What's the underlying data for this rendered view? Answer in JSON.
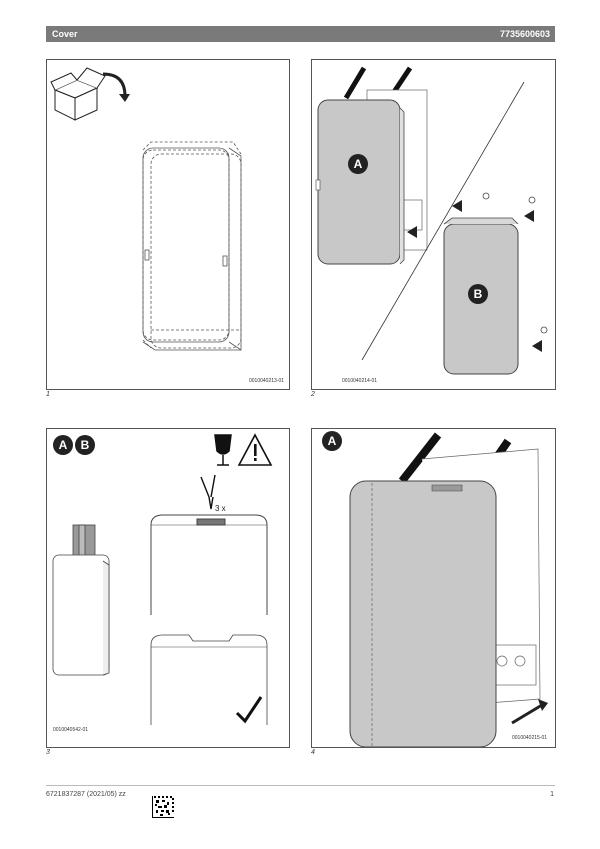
{
  "header": {
    "title": "Cover",
    "part_number": "7735600603"
  },
  "panels": [
    {
      "number": "1",
      "code": "0010040213-01"
    },
    {
      "number": "2",
      "code": "0010040214-01",
      "labels": [
        "A",
        "B"
      ]
    },
    {
      "number": "3",
      "code": "0010040542-01",
      "labels": [
        "A",
        "B"
      ],
      "quantity": "3 x"
    },
    {
      "number": "4",
      "code": "0010040215-01",
      "labels": [
        "A"
      ]
    }
  ],
  "footer": {
    "doc_id": "6721837287 (2021/05) zz",
    "page": "1"
  },
  "icons": [
    "box-open-icon",
    "fragile-glass-icon",
    "warning-triangle-icon",
    "pliers-icon",
    "checkmark-icon",
    "arrow-icon",
    "datamatrix-code"
  ],
  "colors": {
    "header_bg": "#7a7a7a",
    "cover_fill": "#c8c8c8",
    "outline": "#444444"
  }
}
